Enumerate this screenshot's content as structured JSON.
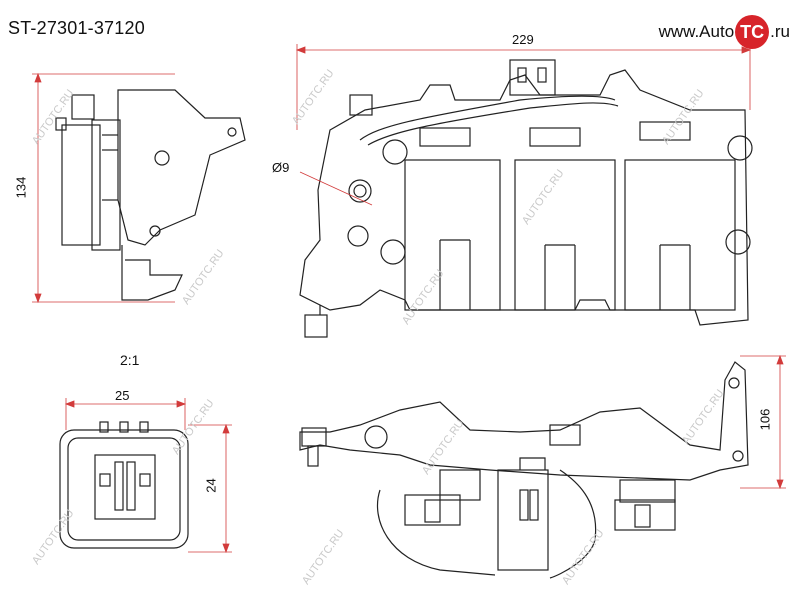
{
  "header": {
    "part_number": "ST-27301-37120"
  },
  "brand": {
    "prefix": "www.Auto",
    "logo_text": "TC",
    "suffix": ".ru",
    "logo_color": "#d7242a"
  },
  "scale_label": "2:1",
  "dimensions": {
    "top_width": "229",
    "side_height": "134",
    "hole_diameter": "Ø9",
    "connector_width": "25",
    "connector_height": "24",
    "bottom_height": "106"
  },
  "watermark": {
    "text": "AUTOTC.RU",
    "color": "#c9c9c9"
  },
  "colors": {
    "line": "#222222",
    "dim_line": "#d23b3b"
  }
}
